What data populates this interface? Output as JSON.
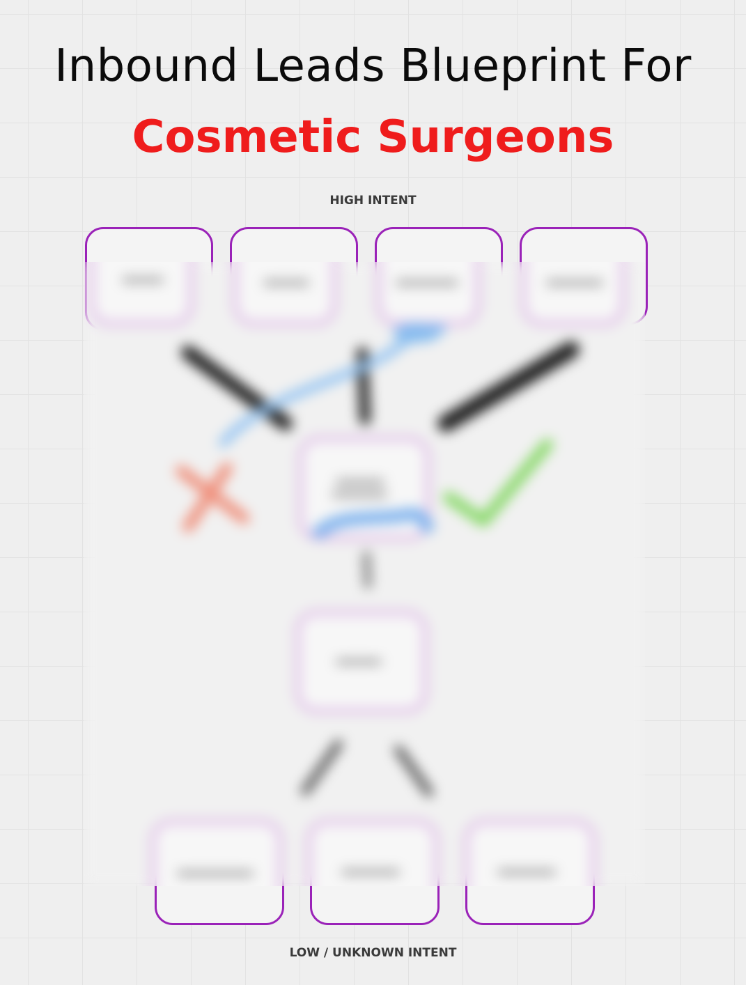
{
  "title": {
    "line1": "Inbound Leads Blueprint For",
    "line2": "Cosmetic Surgeons"
  },
  "labels": {
    "top": "HIGH INTENT",
    "bottom": "LOW / UNKNOWN INTENT"
  },
  "colors": {
    "title_accent": "#ef1c1c",
    "box_border": "#9a22b8",
    "check": "#7ad35a",
    "cross": "#f08a78",
    "highlight": "#7fb8f0"
  },
  "icons": [
    "cross-icon",
    "check-icon"
  ]
}
